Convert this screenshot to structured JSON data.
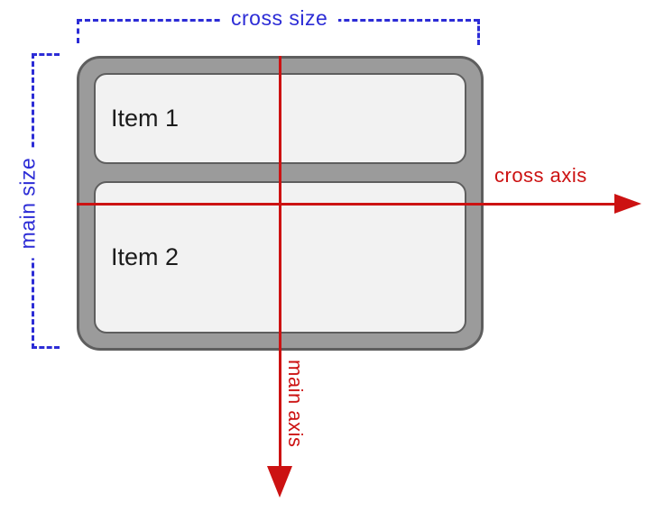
{
  "diagram": {
    "container": {
      "items": [
        {
          "label": "Item 1"
        },
        {
          "label": "Item 2"
        }
      ]
    },
    "labels": {
      "cross_size": "cross size",
      "main_size": "main size",
      "cross_axis": "cross axis",
      "main_axis": "main axis"
    },
    "colors": {
      "size_annotation_blue": "#2c2cd6",
      "axis_annotation_red": "#cc1212",
      "container_fill": "#9b9b9b",
      "container_border": "#5e5e5e",
      "item_fill": "#f2f2f2",
      "item_border": "#5e5e5e",
      "item_text": "#1c1c1c",
      "background": "#ffffff"
    }
  }
}
